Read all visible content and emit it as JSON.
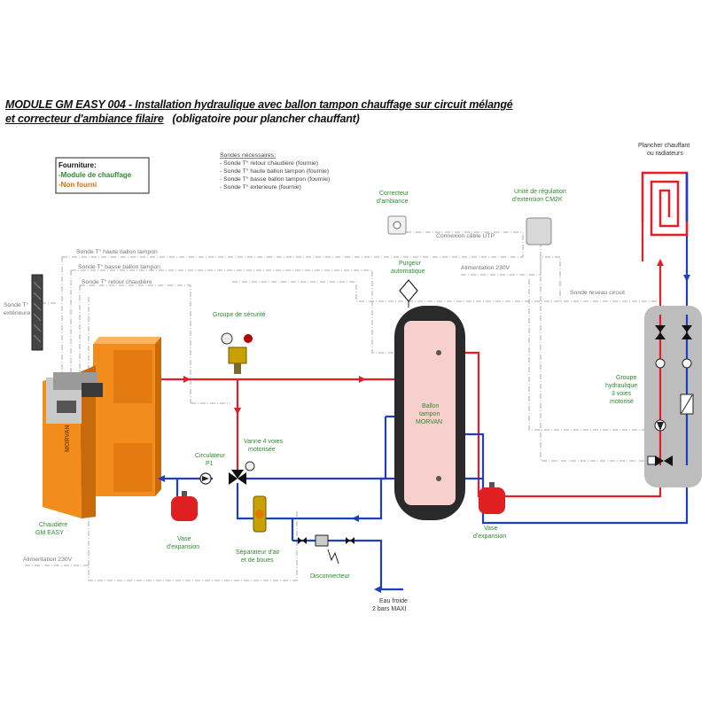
{
  "title": {
    "line1_underlined": "MODULE GM EASY 004 - Installation hydraulique avec ballon tampon chauffage sur circuit mélangé",
    "line2_underlined": "et correcteur d'ambiance filaire",
    "line2_rest": "(obligatoire pour plancher chauffant)"
  },
  "legend": {
    "heading": "Fourniture:",
    "supplied": "-Module de chauffage",
    "not_supplied": "-Non fourni"
  },
  "sondes": {
    "heading": "Sondes nécessaires:",
    "items": [
      "- Sonde T° retour chaudière (fournie)",
      "- Sonde T° haute ballon tampon (fournie)",
      "- Sonde T° basse  ballon tampon (fournie)",
      "- Sonde T° exterieure (fournie)"
    ]
  },
  "labels": {
    "sonde_ext_1": "Sonde T°",
    "sonde_ext_2": "extérieure",
    "sonde_haute": "Sonde T° haute ballon tampon",
    "sonde_basse": "Sonde T° basse  ballon tampon",
    "sonde_retour": "Sonde T° retour chaudière",
    "groupe_securite": "Groupe de sécurité",
    "chaudiere_1": "Chaudière",
    "chaudiere_2": "GM EASY",
    "alim_boiler": "Alimentation 230V",
    "circulateur_1": "Circulateur",
    "circulateur_2": "P1",
    "vanne_1": "Vanne 4 voies",
    "vanne_2": "motorisée",
    "vase1_1": "Vase",
    "vase1_2": "d'expansion",
    "separateur_1": "Séparateur d'air",
    "separateur_2": "et de boues",
    "disconnecteur": "Disconnecteur",
    "eau_froide_1": "Eau froide",
    "eau_froide_2": "2 bars MAXI",
    "purgeur_1": "Purgeur",
    "purgeur_2": "automatique",
    "ballon_1": "Ballon",
    "ballon_2": "tampon",
    "ballon_3": "MORVAN",
    "vase2_1": "Vase",
    "vase2_2": "d'expansion",
    "correcteur_1": "Correcteur",
    "correcteur_2": "d'ambiance",
    "unite_1": "Unité de régulation",
    "unite_2": "d'extension CM2K",
    "connexion_utp": "Connexion câble UTP",
    "alim_unite": "Alimentation 230V",
    "plancher_1": "Plancher chauffant",
    "plancher_2": "ou radiateurs",
    "sonde_reseau": "Sonde reseau circuit",
    "groupe_hyd_1": "Groupe",
    "groupe_hyd_2": "hydraulique",
    "groupe_hyd_3": "3 voies",
    "groupe_hyd_4": "motorisé",
    "boiler_brand": "MORVAN"
  },
  "colors": {
    "hot": "#e41e26",
    "cold": "#1f3fbf",
    "wire": "#a8a8a8",
    "label_green": "#2e8b2e",
    "label_orange": "#e06a00",
    "boiler_orange": "#f28c1c",
    "tank_pink": "#f7cfcc",
    "group_grey": "#bdbdbd"
  }
}
